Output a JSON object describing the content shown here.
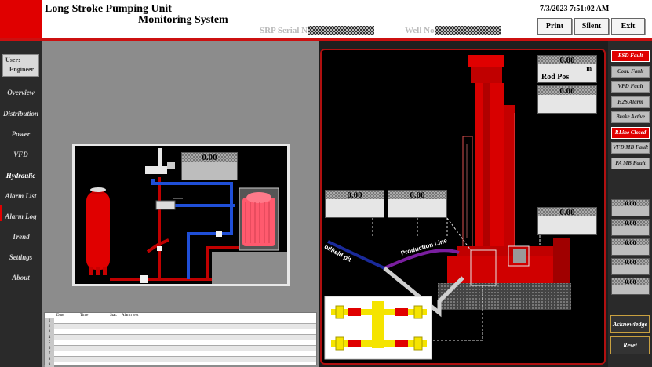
{
  "header": {
    "title_line1": "Long Stroke Pumping Unit",
    "title_line2": "Monitoring System",
    "serial_label": "SRP Serial No.",
    "well_label": "Well No.",
    "datetime": "7/3/2023 7:51:02 AM",
    "buttons": {
      "print": "Print",
      "silent": "Silent",
      "exit": "Exit"
    }
  },
  "user": {
    "label": "User:",
    "name": "Engineer"
  },
  "nav": [
    "Overview",
    "Distribution",
    "Power",
    "VFD",
    "Hydraulic",
    "Alarm List",
    "Alarm Log",
    "Trend",
    "Settings",
    "About"
  ],
  "nav_active": "Hydraulic",
  "hydraulic": {
    "pressure_value": "0.00"
  },
  "alarm_table": {
    "headers": [
      "Date",
      "Time",
      "Stat.",
      "Alarm text"
    ],
    "row_numbers": [
      "1",
      "2",
      "3",
      "4",
      "5",
      "6",
      "7",
      "8",
      "9"
    ]
  },
  "scene": {
    "rod_pos_value": "0.00",
    "rod_pos_unit": "m",
    "rod_pos_label": "Rod Pos",
    "gauge2_value": "0.00",
    "gauge3_value": "0.00",
    "gauge4_value": "0.00",
    "gauge5_value": "0.00",
    "oilfield_label": "oilfield pit",
    "production_label": "Production Line"
  },
  "status_items": [
    {
      "label": "ESD Fault",
      "active": true
    },
    {
      "label": "Com. Fault",
      "active": false
    },
    {
      "label": "VFD Fault",
      "active": false
    },
    {
      "label": "H2S Alarm",
      "active": false
    },
    {
      "label": "Brake Active",
      "active": false
    },
    {
      "label": "P.Line Closed",
      "active": true
    },
    {
      "label": "VFD MB Fault",
      "active": false
    },
    {
      "label": "PA MB Fault",
      "active": false
    }
  ],
  "right_gauges": [
    "0.00",
    "0.00",
    "0.00",
    "0.00",
    "0.00"
  ],
  "actions": {
    "acknowledge": "Acknowledge",
    "reset": "Reset"
  },
  "colors": {
    "accent": "#e00000",
    "panel": "#2a2a2a",
    "pipe_red": "#c00000",
    "pipe_blue": "#1f4fd8",
    "valve_yellow": "#f5e400"
  }
}
